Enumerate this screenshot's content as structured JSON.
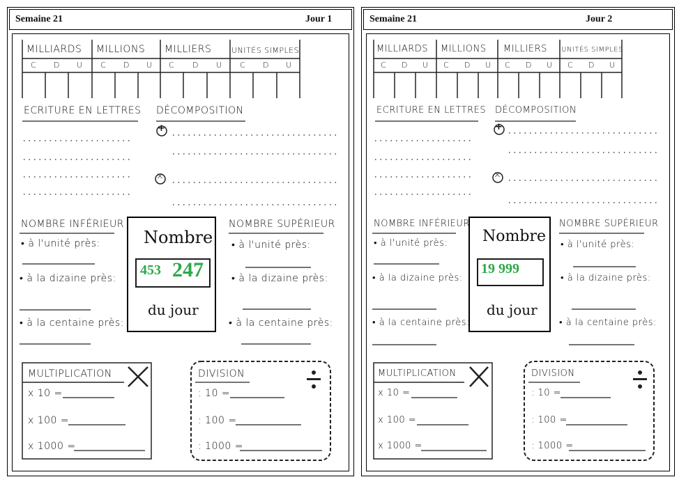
{
  "left": {
    "semaine": "Semaine 21",
    "jour": "Jour 1",
    "number_part1": "453",
    "number_part2": "247"
  },
  "right": {
    "semaine": "Semaine 21",
    "jour": "Jour 2",
    "number": "19 999"
  },
  "worksheet": {
    "columns": [
      "MILLIARDS",
      "MILLIONS",
      "MILLIERS",
      "UNITÉS SIMPLES"
    ],
    "cdu": [
      "C",
      "D",
      "U"
    ],
    "ecriture": "ECRITURE EN LETTRES",
    "decomposition": "DÉCOMPOSITION",
    "plus_symbol": "+",
    "times_symbol": "×",
    "inferieur": "NOMBRE INFÉRIEUR",
    "superieur": "NOMBRE SUPÉRIEUR",
    "unite": "à l'unité près:",
    "dizaine": "à la dizaine près:",
    "centaine": "à la centaine près:",
    "nombre": "Nombre",
    "dujour": "du jour",
    "multiplication": "MULTIPLICATION",
    "division": "DIVISION",
    "mult_x10": "x 10 =",
    "mult_x100": "x 100 =",
    "mult_x1000": "x 1000 =",
    "div_10": ": 10 =",
    "div_100": ": 100 =",
    "div_1000": ": 1000 ="
  }
}
